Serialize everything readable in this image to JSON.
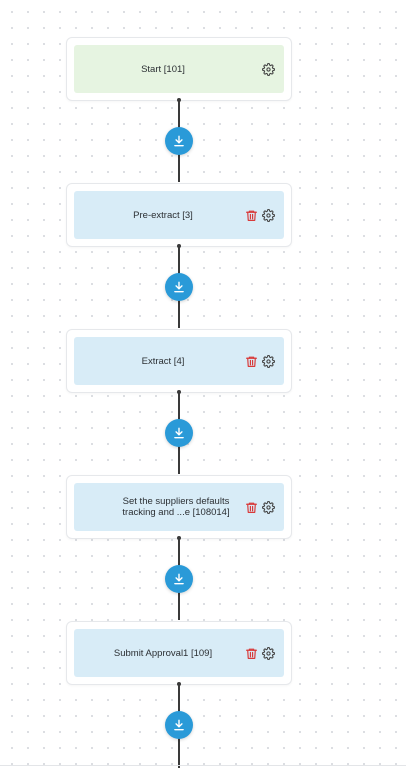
{
  "workflow": {
    "nodes": [
      {
        "label": "Start [101]",
        "type": "start",
        "deletable": false
      },
      {
        "label": "Pre-extract [3]",
        "type": "step",
        "deletable": true
      },
      {
        "label": "Extract [4]",
        "type": "step",
        "deletable": true
      },
      {
        "label": "Set the suppliers defaults tracking and ...e [108014]",
        "type": "step",
        "deletable": true
      },
      {
        "label": "Submit Approval1 [109]",
        "type": "step",
        "deletable": true
      }
    ],
    "icons": {
      "settings": "gear-icon",
      "delete": "trash-icon",
      "insert": "download-arrow-icon"
    }
  },
  "colors": {
    "start_node_fill": "#e6f4e1",
    "step_node_fill": "#d8ecf7",
    "insert_button": "#2a9ad8",
    "delete_icon": "#d83a3a",
    "settings_icon": "#444444",
    "connector": "#3a3a3a"
  }
}
